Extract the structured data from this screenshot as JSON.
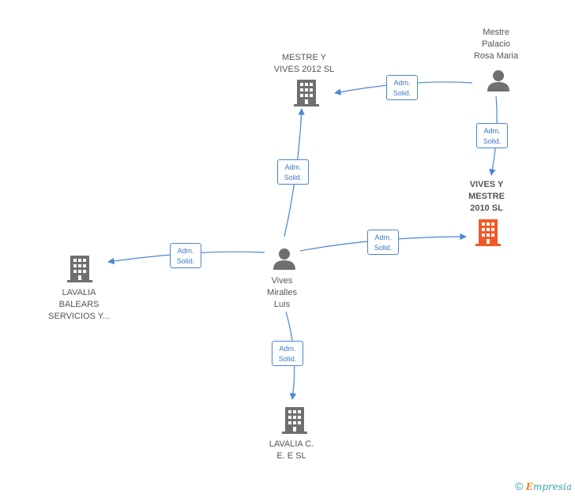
{
  "colors": {
    "edge": "#4a86d4",
    "company": "#6f6f6f",
    "company_highlight": "#f05a28",
    "person": "#6f6f6f"
  },
  "nodes": {
    "mestre_vives_2012": {
      "label": "MESTRE Y\nVIVES 2012 SL",
      "type": "company"
    },
    "mestre_palacio": {
      "label": "Mestre\nPalacio\nRosa Maria",
      "type": "person"
    },
    "vives_mestre_2010": {
      "label": "VIVES Y\nMESTRE\n2010 SL",
      "type": "company-highlight"
    },
    "vives_miralles": {
      "label": "Vives\nMiralles\nLuis",
      "type": "person"
    },
    "lavalia_balears": {
      "label": "LAVALIA\nBALEARS\nSERVICIOS Y...",
      "type": "company"
    },
    "lavalia_ce": {
      "label": "LAVALIA C.\nE. E SL",
      "type": "company"
    }
  },
  "edges": {
    "palacio_to_2012": "Adm.\nSolid.",
    "palacio_to_2010": "Adm.\nSolid.",
    "miralles_to_2012": "Adm.\nSolid.",
    "miralles_to_2010": "Adm.\nSolid.",
    "miralles_to_balears": "Adm.\nSolid.",
    "miralles_to_ce": "Adm.\nSolid."
  },
  "brand": {
    "symbol": "©",
    "initial": "E",
    "rest": "mpresia"
  }
}
